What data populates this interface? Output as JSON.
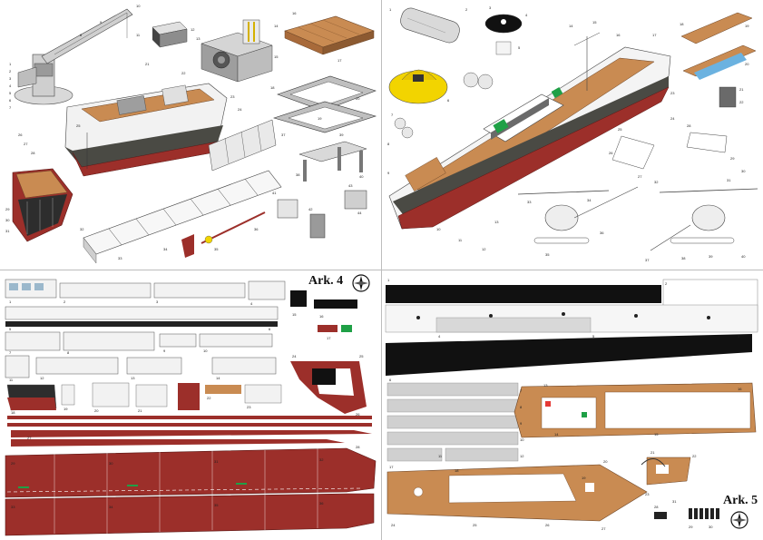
{
  "sheets": [
    {
      "label": "Ark. 4"
    },
    {
      "label": "Ark. 5"
    }
  ],
  "part_numbers": {
    "tl": [
      "1",
      "2",
      "3",
      "4",
      "5",
      "6",
      "7",
      "8",
      "9",
      "10",
      "11",
      "12",
      "13",
      "14",
      "15",
      "16",
      "17",
      "18",
      "19",
      "20",
      "21",
      "22",
      "23",
      "24",
      "25",
      "26",
      "27",
      "28",
      "29",
      "30",
      "31",
      "32",
      "33",
      "34",
      "35",
      "36",
      "37",
      "38",
      "39",
      "40",
      "41",
      "42",
      "43",
      "44"
    ],
    "tr": [
      "1",
      "2",
      "3",
      "4",
      "5",
      "6",
      "7",
      "8",
      "9",
      "10",
      "11",
      "12",
      "13",
      "14",
      "15",
      "16",
      "17",
      "18",
      "19",
      "20",
      "21",
      "22",
      "23",
      "24",
      "25",
      "26",
      "27",
      "28",
      "29",
      "30",
      "31",
      "32",
      "33",
      "34",
      "35",
      "36",
      "37",
      "38",
      "39",
      "40"
    ],
    "bl": [
      "1",
      "2",
      "3",
      "4",
      "5",
      "6",
      "7",
      "8",
      "9",
      "10",
      "11",
      "12",
      "13",
      "14",
      "15",
      "16",
      "17",
      "18",
      "19",
      "20",
      "21",
      "22",
      "23",
      "24",
      "25",
      "26",
      "27",
      "28",
      "29",
      "30",
      "31",
      "32",
      "33",
      "34",
      "35",
      "36"
    ],
    "br": [
      "1",
      "2",
      "3",
      "4",
      "5",
      "6",
      "7",
      "8",
      "9",
      "10",
      "11",
      "12",
      "13",
      "14",
      "15",
      "16",
      "17",
      "18",
      "19",
      "20",
      "21",
      "22",
      "23",
      "24",
      "25",
      "26",
      "27",
      "28",
      "29",
      "30",
      "31"
    ]
  },
  "colors": {
    "hull_red": "#9c2f2a",
    "hull_dark": "#4a4a44",
    "deck_wood": "#c98b52",
    "deck_wood_dark": "#a86a3a",
    "superstructure": "#f2f2f2",
    "frame_gray": "#bfbfbf",
    "lifeboat_yellow": "#f2d400",
    "black_strip": "#111111",
    "accent_green": "#1fa046"
  },
  "icons": {
    "compass_seal": "compass-seal-icon"
  }
}
